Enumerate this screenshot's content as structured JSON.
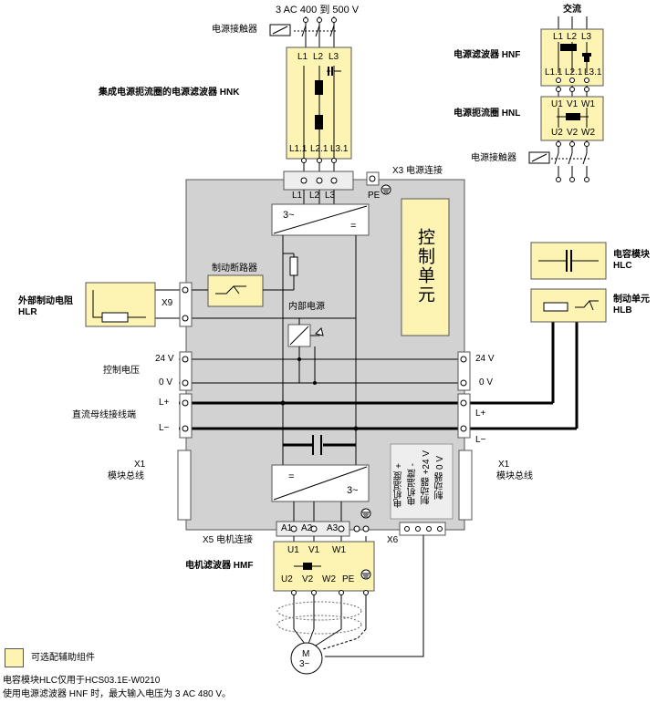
{
  "colors": {
    "module_fill": "#fdf4b4",
    "unit_fill": "#d2d2d2",
    "line": "#000000",
    "frame": "#555555"
  },
  "supply": {
    "voltage": "3 AC 400 到 500 V",
    "contactor_left": "电源接触器",
    "contactor_right": "电源接触器",
    "ac_right": "交流"
  },
  "hnk": {
    "title": "集成电源扼流圈的电源滤波器 HNK",
    "top_terms": [
      "L1",
      "L2",
      "L3"
    ],
    "bottom_terms": [
      "L1.1",
      "L2.1",
      "L3.1"
    ]
  },
  "hnf": {
    "title": "电源滤波器 HNF",
    "top_terms": [
      "L1",
      "L2",
      "L3"
    ],
    "bottom_terms": [
      "L1.1",
      "L2.1",
      "L3.1"
    ]
  },
  "hnl": {
    "title": "电源扼流圈 HNL",
    "top_terms": [
      "U1",
      "V1",
      "W1"
    ],
    "bottom_terms": [
      "U2",
      "V2",
      "W2"
    ]
  },
  "unit": {
    "x3": "X3 电源连接",
    "x3_terms": [
      "L1",
      "L2",
      "L3",
      "PE"
    ],
    "rectifier_ac": "3~",
    "rectifier_dc": "=",
    "inverter_dc": "=",
    "inverter_ac": "3~",
    "brake_chopper": "制动断路器",
    "internal_supply": "内部电源",
    "control_unit": "控制单元",
    "x9": "X9",
    "x5": "X5 电机连接",
    "x5_terms": [
      "A1",
      "A2",
      "A3"
    ],
    "x6": "X6",
    "x6_labels": [
      "电机温度 +",
      "电机温度 -",
      "制动器 +24 V",
      "制动器 0 V"
    ]
  },
  "left_side": {
    "hlr_line1": "外部制动电阻",
    "hlr_line2": "HLR",
    "control_voltage": "控制电压",
    "v24": "24 V",
    "v0": "0 V",
    "dc_bus": "直流母线接线端",
    "lplus": "L+",
    "lminus": "L−",
    "x1": "X1",
    "module_bus": "模块总线"
  },
  "right_side": {
    "hlc_line1": "电容模块",
    "hlc_line2": "HLC",
    "hlb_line1": "制动单元",
    "hlb_line2": "HLB",
    "v24": "24 V",
    "v0": "0 V",
    "lplus": "L+",
    "lminus": "L−",
    "x1": "X1",
    "module_bus": "模块总线"
  },
  "hmf": {
    "title": "电机滤波器 HMF",
    "top_terms": [
      "U1",
      "V1",
      "W1"
    ],
    "bottom_terms": [
      "U2",
      "V2",
      "W2",
      "PE"
    ]
  },
  "motor": {
    "label": "M",
    "phase": "3~"
  },
  "legend": {
    "optional": "可选配辅助组件",
    "note1": "电容模块HLC仅用于HCS03.1E-W0210",
    "note2": "使用电源滤波器 HNF 时，最大输入电压为 3 AC 480 V。"
  }
}
